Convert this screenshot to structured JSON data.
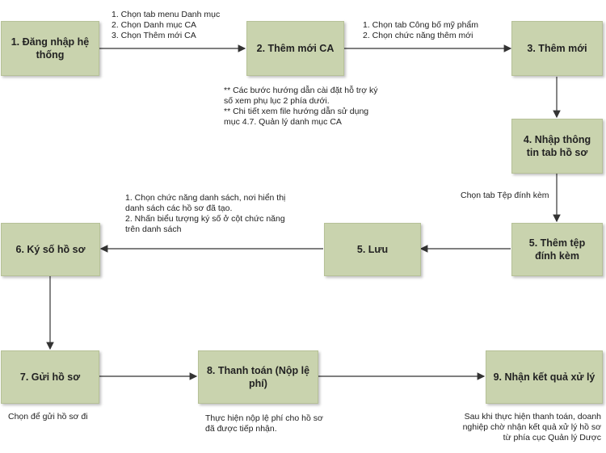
{
  "steps": {
    "s1": "1. Đăng nhập hệ thống",
    "s2": "2. Thêm mới CA",
    "s3": "3. Thêm mới",
    "s4": "4. Nhập thông tin tab hồ sơ",
    "s5": "5. Lưu",
    "s6": "6. Ký số hồ sơ",
    "s7": "7. Gửi hồ sơ",
    "s8": "8. Thanh toán (Nộp lệ phí)",
    "s9": "9. Nhận kết quả xử lý",
    "s5b": "5. Thêm tệp đính kèm"
  },
  "notes": {
    "n1": [
      "1. Chọn tab menu Danh mục",
      "2. Chọn Danh mục CA",
      "3. Chọn Thêm mới CA"
    ],
    "n2": [
      "1. Chọn tab Công bố mỹ phẩm",
      "2. Chọn chức năng thêm mới"
    ],
    "n3": [
      "** Các bước hướng dẫn cài đặt hỗ trợ ký",
      "số xem phụ lục 2 phía dưới.",
      "** Chi tiết xem file hướng dẫn sử dụng",
      "mục 4.7. Quản lý danh mục CA"
    ],
    "n4": "Chọn tab Tệp đính kèm",
    "n5": [
      "1. Chọn chức năng danh sách, nơi hiển thị",
      "danh sách các hồ sơ đã tạo.",
      "2. Nhấn biểu tượng ký số ở cột chức năng",
      "trên danh sách"
    ],
    "n6": "Chọn để gửi hồ sơ đi",
    "n7": [
      "Thực hiện nộp lệ phí cho hồ sơ",
      "đã được tiếp nhận."
    ],
    "n8": [
      "Sau khi thực hiện thanh toán, doanh",
      "nghiệp chờ nhận kết quả xử lý hồ sơ",
      "từ phía cục Quản lý Dược"
    ]
  }
}
